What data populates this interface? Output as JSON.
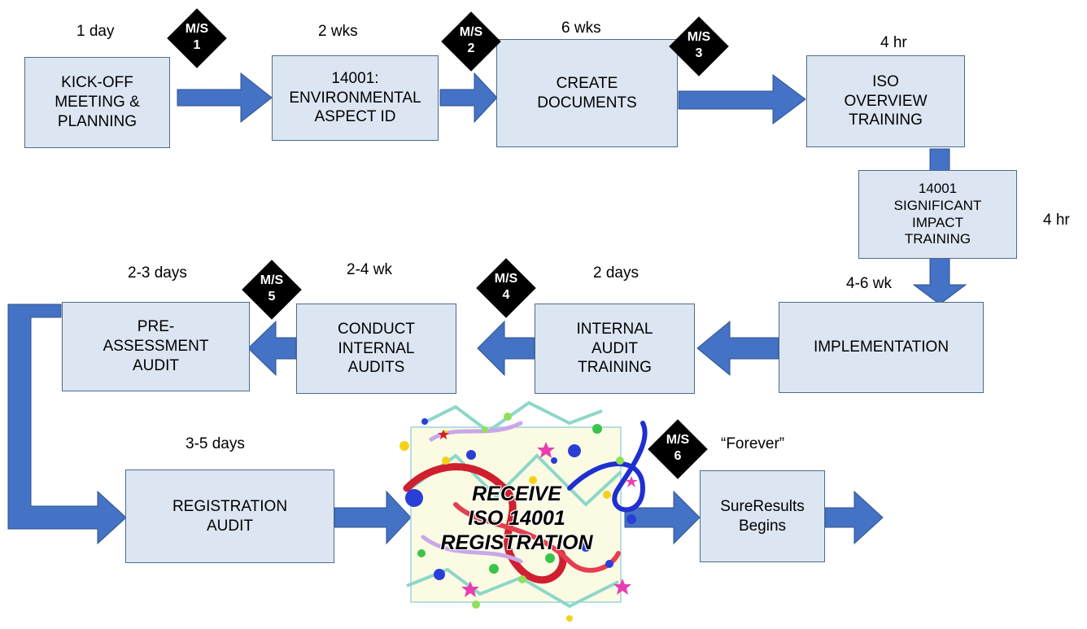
{
  "steps": {
    "kickoff": "KICK-OFF\nMEETING &\nPLANNING",
    "aspect": "14001:\nENVIRONMENTAL\nASPECT ID",
    "documents": "CREATE\nDOCUMENTS",
    "iso_training": "ISO\nOVERVIEW\nTRAINING",
    "significant": "14001\nSIGNIFICANT\nIMPACT\nTRAINING",
    "implementation": "IMPLEMENTATION",
    "audit_training": "INTERNAL\nAUDIT\nTRAINING",
    "internal_audits": "CONDUCT\nINTERNAL\nAUDITS",
    "preassessment": "PRE-\nASSESSMENT\nAUDIT",
    "registration": "REGISTRATION\nAUDIT",
    "receive": "RECEIVE\nISO 14001\nREGISTRATION",
    "sureresults": "SureResults\nBegins"
  },
  "durations": {
    "kickoff": "1 day",
    "aspect": "2 wks",
    "documents": "6 wks",
    "iso_training": "4 hr",
    "significant": "4 hr",
    "implementation": "4-6 wk",
    "audit_training": "2 days",
    "internal_audits": "2-4 wk",
    "preassessment": "2-3 days",
    "registration": "3-5 days",
    "sureresults": "“Forever”"
  },
  "milestones": {
    "ms1": "M/S\n1",
    "ms2": "M/S\n2",
    "ms3": "M/S\n3",
    "ms4": "M/S\n4",
    "ms5": "M/S\n5",
    "ms6": "M/S\n6"
  },
  "colors": {
    "box_fill": "#dce6f2",
    "arrow": "#4472c4",
    "milestone": "#000000"
  }
}
